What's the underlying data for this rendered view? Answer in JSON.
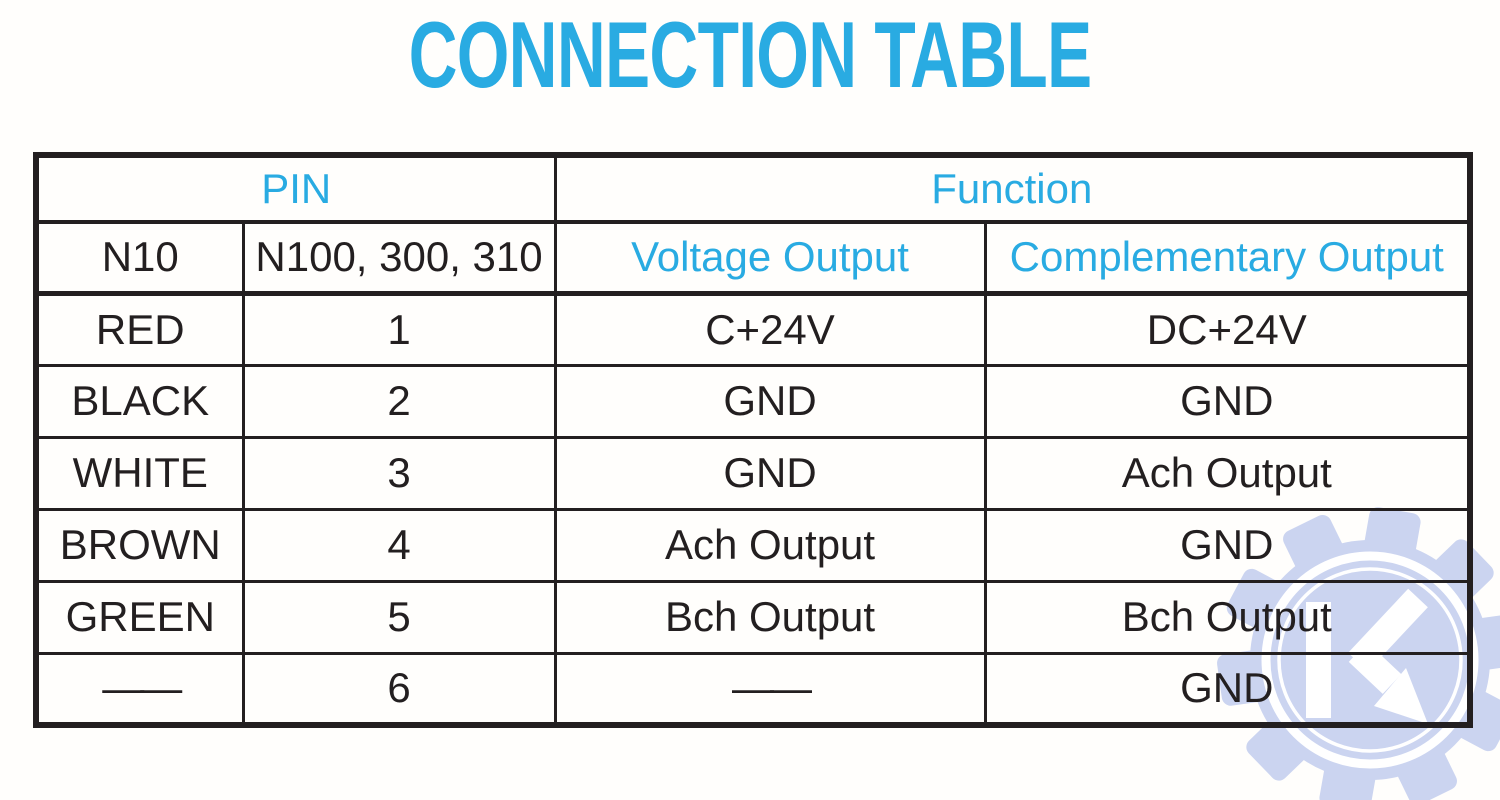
{
  "page": {
    "title": "CONNECTION TABLE"
  },
  "colors": {
    "accent": "#29ABE2",
    "header_bg": "#C8E9FA",
    "border": "#231F20",
    "text": "#231F20",
    "background": "#FFFEFC",
    "watermark": "#CBD4F0"
  },
  "table": {
    "group_headers": {
      "pin": "PIN",
      "function": "Function"
    },
    "sub_headers": {
      "n10": "N10",
      "n100": "N100, 300, 310",
      "voltage": "Voltage Output",
      "complementary": "Complementary Output"
    },
    "rows": [
      [
        "RED",
        "1",
        "C+24V",
        "DC+24V"
      ],
      [
        "BLACK",
        "2",
        "GND",
        "GND"
      ],
      [
        "WHITE",
        "3",
        "GND",
        "Ach Output"
      ],
      [
        "BROWN",
        "4",
        "Ach Output",
        "GND"
      ],
      [
        "GREEN",
        "5",
        "Bch Output",
        "Bch Output"
      ],
      [
        "——",
        "6",
        "——",
        "GND"
      ]
    ]
  },
  "watermark": {
    "icon": "gear-k-logo",
    "letter": "K"
  }
}
